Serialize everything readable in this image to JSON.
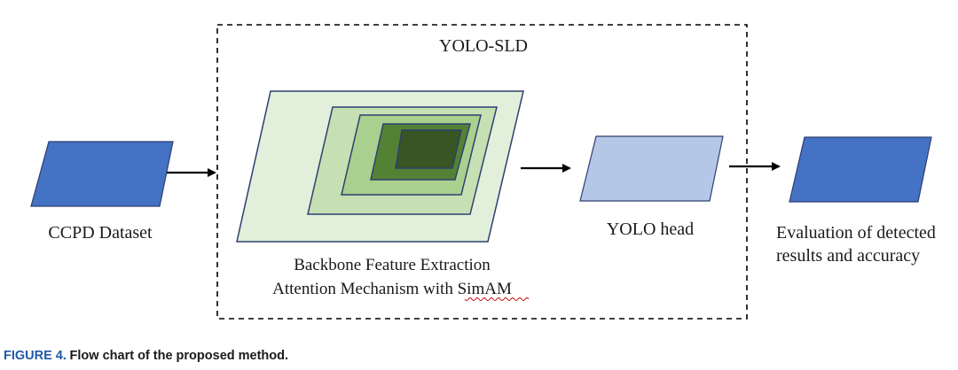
{
  "diagram": {
    "container_title": "YOLO-SLD",
    "input": {
      "label": "CCPD Dataset",
      "color": "#4472c4"
    },
    "backbone": {
      "line1": "Backbone Feature Extraction",
      "line2_prefix": "Attention Mechanism with ",
      "line2_underlined": "SimAM",
      "layer_colors": [
        "#e2efda",
        "#c6e0b4",
        "#a9d08e",
        "#548235",
        "#375623"
      ]
    },
    "head": {
      "label": "YOLO head",
      "color": "#b4c7e7"
    },
    "output": {
      "label_line1": "Evaluation of detected",
      "label_line2": "results and accuracy",
      "color": "#4472c4"
    },
    "border_color": "#2f3f6f"
  },
  "caption": {
    "label": "FIGURE 4.",
    "text": "Flow chart of the proposed method.",
    "label_color": "#1f5aa6"
  }
}
